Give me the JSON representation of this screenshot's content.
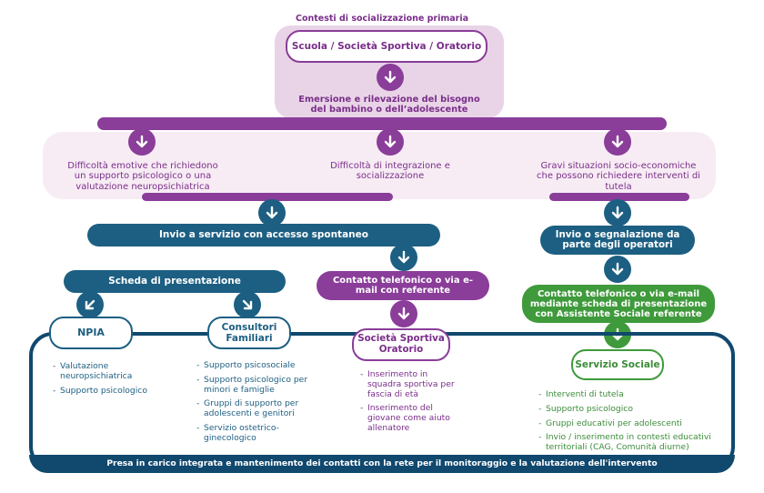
{
  "top": {
    "heading": "Contesti di socializzazione primaria",
    "box_label": "Scuola / Società Sportiva / Oratorio",
    "emersione_text": "Emersione e rilevazione del bisogno del bambino o dell’adolescente"
  },
  "needs": {
    "left_text": "Difficoltà emotive che richiedono un supporto psicologico o una valutazione neuropsichiatrica",
    "center_text": "Difficoltà di integrazione e socializzazione",
    "right_text": "Gravi situazioni socio-economiche che possono richiedere interventi di tutela"
  },
  "flow": {
    "invio_spontaneo": "Invio a servizio con accesso spontaneo",
    "invio_segnalazione": "Invio o segnalazione da parte degli operatori",
    "scheda": "Scheda di presentazione",
    "contatto_referente": "Contatto telefonico o via e-mail con referente",
    "contatto_assistente": "Contatto telefonico o via e-mail mediante scheda di presentazione con Assistente Sociale referente"
  },
  "services": {
    "npia": {
      "label": "NPIA",
      "items": [
        "Valutazione neuropsichiatrica",
        "Supporto psicologico"
      ]
    },
    "consultori": {
      "label": "Consultori Familiari",
      "items": [
        "Supporto psicosociale",
        "Supporto psicologico per minori e famiglie",
        "Gruppi di supporto per adolescenti e genitori",
        "Servizio ostetrico-ginecologico"
      ]
    },
    "societa": {
      "label": "Società Sportiva Oratorio",
      "items": [
        "Inserimento in squadra sportiva per fascia di età",
        "Inserimento del giovane come aiuto allenatore"
      ]
    },
    "sociale": {
      "label": "Servizio Sociale",
      "items": [
        "Interventi di tutela",
        "Supporto psicologico",
        "Gruppi educativi per adolescenti",
        "Invio / inserimento in contesti educativi territoriali (CAG, Comunità diurne)"
      ]
    }
  },
  "footer": {
    "text": "Presa in carico integrata e mantenimento dei contatti con la rete per il monitoraggio e la valutazione dell'intervento"
  },
  "colors": {
    "purple": "#8a3d99",
    "purple_light": "#e8d4e6",
    "pink_light": "#f7ecf4",
    "teal": "#1d5f82",
    "navy": "#10486e",
    "green": "#3f9a3c"
  }
}
